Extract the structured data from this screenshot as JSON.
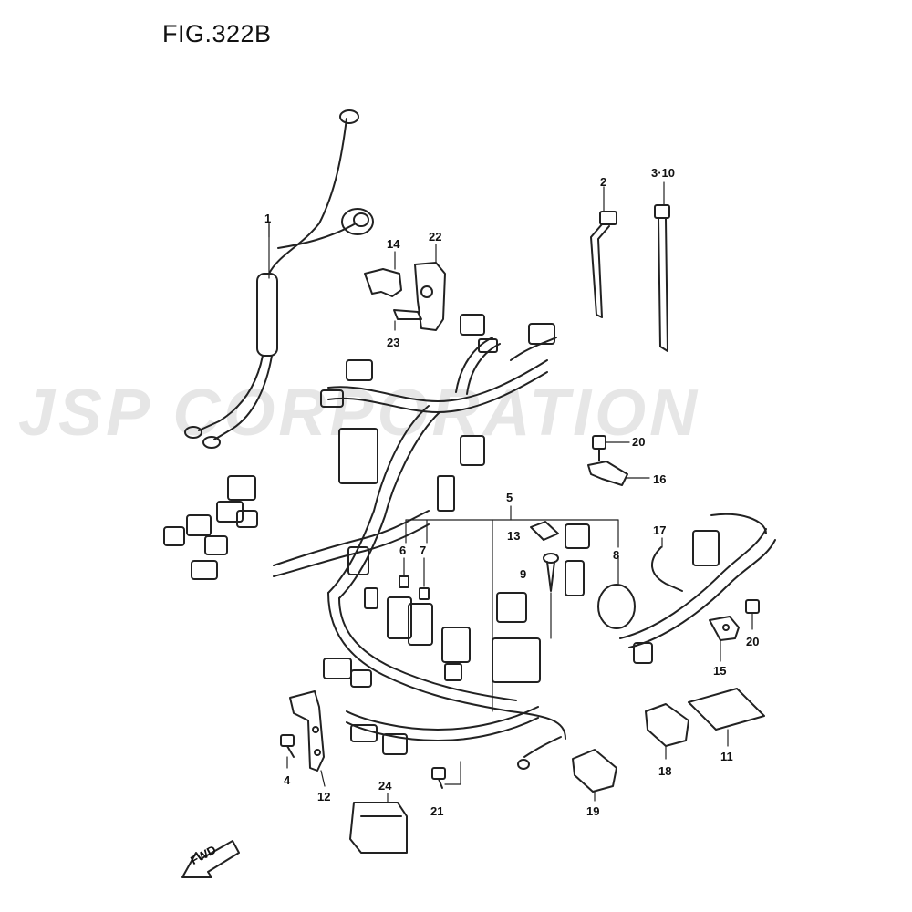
{
  "title": "FIG.322B",
  "watermark": "JSP CORPORATION",
  "fwd_label": "FWD",
  "callouts": [
    {
      "id": "1",
      "text": "1"
    },
    {
      "id": "2",
      "text": "2"
    },
    {
      "id": "3-10",
      "text": "3·10"
    },
    {
      "id": "4",
      "text": "4"
    },
    {
      "id": "5",
      "text": "5"
    },
    {
      "id": "6",
      "text": "6"
    },
    {
      "id": "7",
      "text": "7"
    },
    {
      "id": "8",
      "text": "8"
    },
    {
      "id": "9",
      "text": "9"
    },
    {
      "id": "11",
      "text": "11"
    },
    {
      "id": "12",
      "text": "12"
    },
    {
      "id": "13",
      "text": "13"
    },
    {
      "id": "14",
      "text": "14"
    },
    {
      "id": "15",
      "text": "15"
    },
    {
      "id": "16",
      "text": "16"
    },
    {
      "id": "17",
      "text": "17"
    },
    {
      "id": "18",
      "text": "18"
    },
    {
      "id": "19",
      "text": "19"
    },
    {
      "id": "20a",
      "text": "20"
    },
    {
      "id": "20b",
      "text": "20"
    },
    {
      "id": "21",
      "text": "21"
    },
    {
      "id": "22",
      "text": "22"
    },
    {
      "id": "23",
      "text": "23"
    },
    {
      "id": "24",
      "text": "24"
    }
  ]
}
